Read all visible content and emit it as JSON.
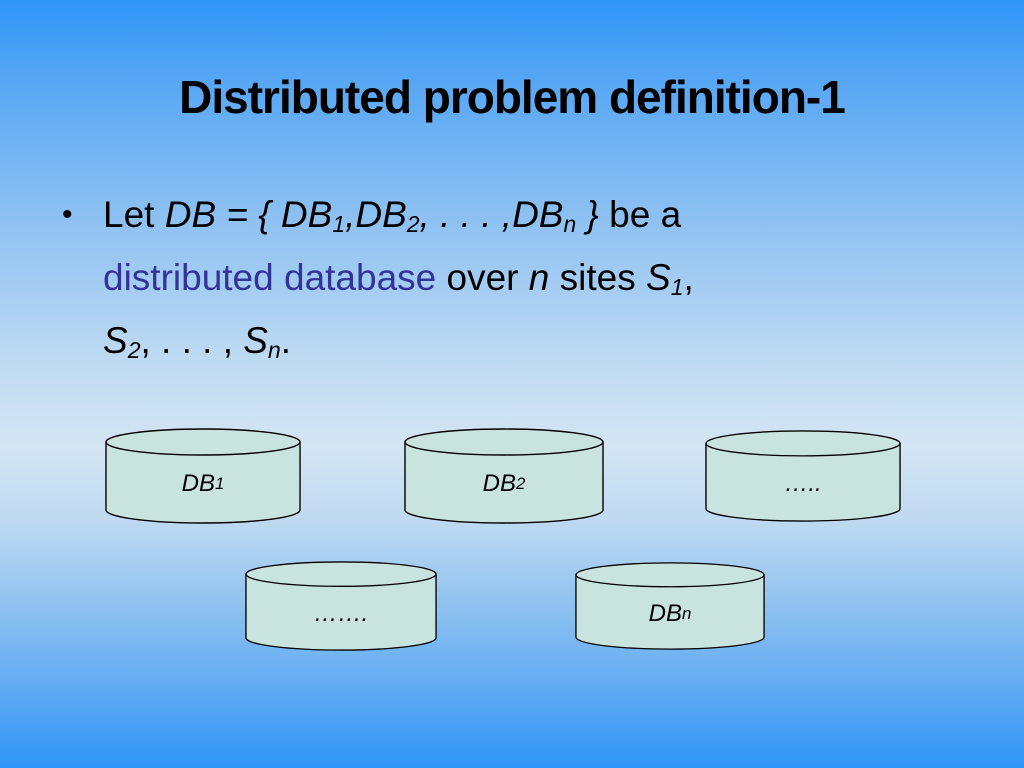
{
  "slide": {
    "title": "Distributed problem definition-1",
    "bullet_char": "•",
    "colors": {
      "title": "#000000",
      "emphasis": "#333399",
      "cylinder_fill": "#c9e3df",
      "cylinder_stroke": "#000000",
      "background_top": "#2e95f6",
      "background_middle": "#d4e5f3",
      "background_bottom": "#2e95f6"
    },
    "bullet_segments": [
      {
        "t": "Let "
      },
      {
        "t": "DB = { DB",
        "i": true
      },
      {
        "t": "1",
        "i": true,
        "s": true
      },
      {
        "t": ",DB",
        "i": true
      },
      {
        "t": "2",
        "i": true,
        "s": true
      },
      {
        "t": ", . . . ,DB",
        "i": true
      },
      {
        "t": "n",
        "i": true,
        "s": true
      },
      {
        "t": " }",
        "i": true
      },
      {
        "t": " be a"
      },
      {
        "br": true
      },
      {
        "t": "distributed database",
        "c": "em"
      },
      {
        "t": " over "
      },
      {
        "t": "n",
        "i": true
      },
      {
        "t": " sites "
      },
      {
        "t": "S",
        "i": true
      },
      {
        "t": "1",
        "i": true,
        "s": true
      },
      {
        "t": ","
      },
      {
        "br": true
      },
      {
        "t": "S",
        "i": true
      },
      {
        "t": "2",
        "i": true,
        "s": true
      },
      {
        "t": ", . . . , "
      },
      {
        "t": "S",
        "i": true
      },
      {
        "t": "n",
        "i": true,
        "s": true
      },
      {
        "t": "."
      }
    ],
    "cylinders": [
      {
        "label": "DB",
        "sub": "1"
      },
      {
        "label": "DB",
        "sub": "2"
      },
      {
        "label": "…..",
        "sub": ""
      },
      {
        "label": "…….",
        "sub": ""
      },
      {
        "label": "DB",
        "sub": "n"
      }
    ]
  }
}
